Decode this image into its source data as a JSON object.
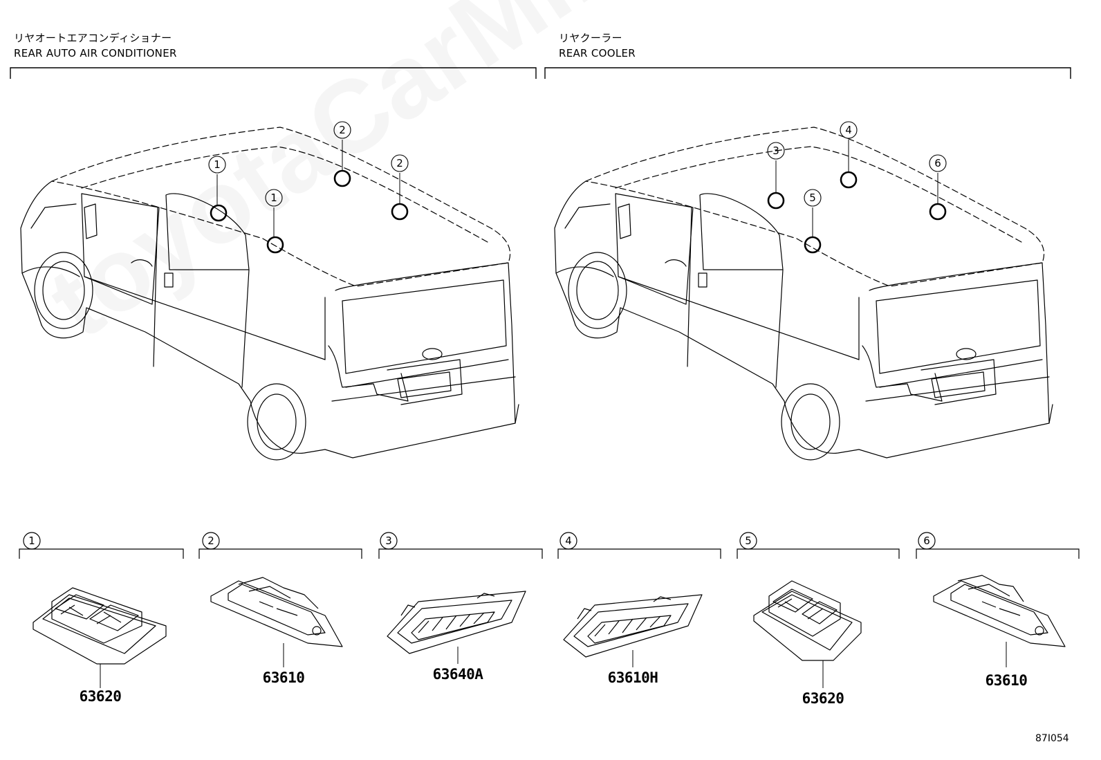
{
  "sections": [
    {
      "title_jp": "リヤオートエアコンディショナー",
      "title_en": "REAR AUTO AIR CONDITIONER"
    },
    {
      "title_jp": "リヤクーラー",
      "title_en": "REAR COOLER"
    }
  ],
  "callouts": {
    "left": [
      "1",
      "1",
      "2",
      "2"
    ],
    "right": [
      "3",
      "4",
      "5",
      "6"
    ]
  },
  "parts": [
    {
      "index": "1",
      "part_number": "63620"
    },
    {
      "index": "2",
      "part_number": "63610"
    },
    {
      "index": "3",
      "part_number": "63640A"
    },
    {
      "index": "4",
      "part_number": "63610H"
    },
    {
      "index": "5",
      "part_number": "63620"
    },
    {
      "index": "6",
      "part_number": "63610"
    }
  ],
  "diagram_id": "87I054",
  "watermark": "toyotaCarMine.ru"
}
